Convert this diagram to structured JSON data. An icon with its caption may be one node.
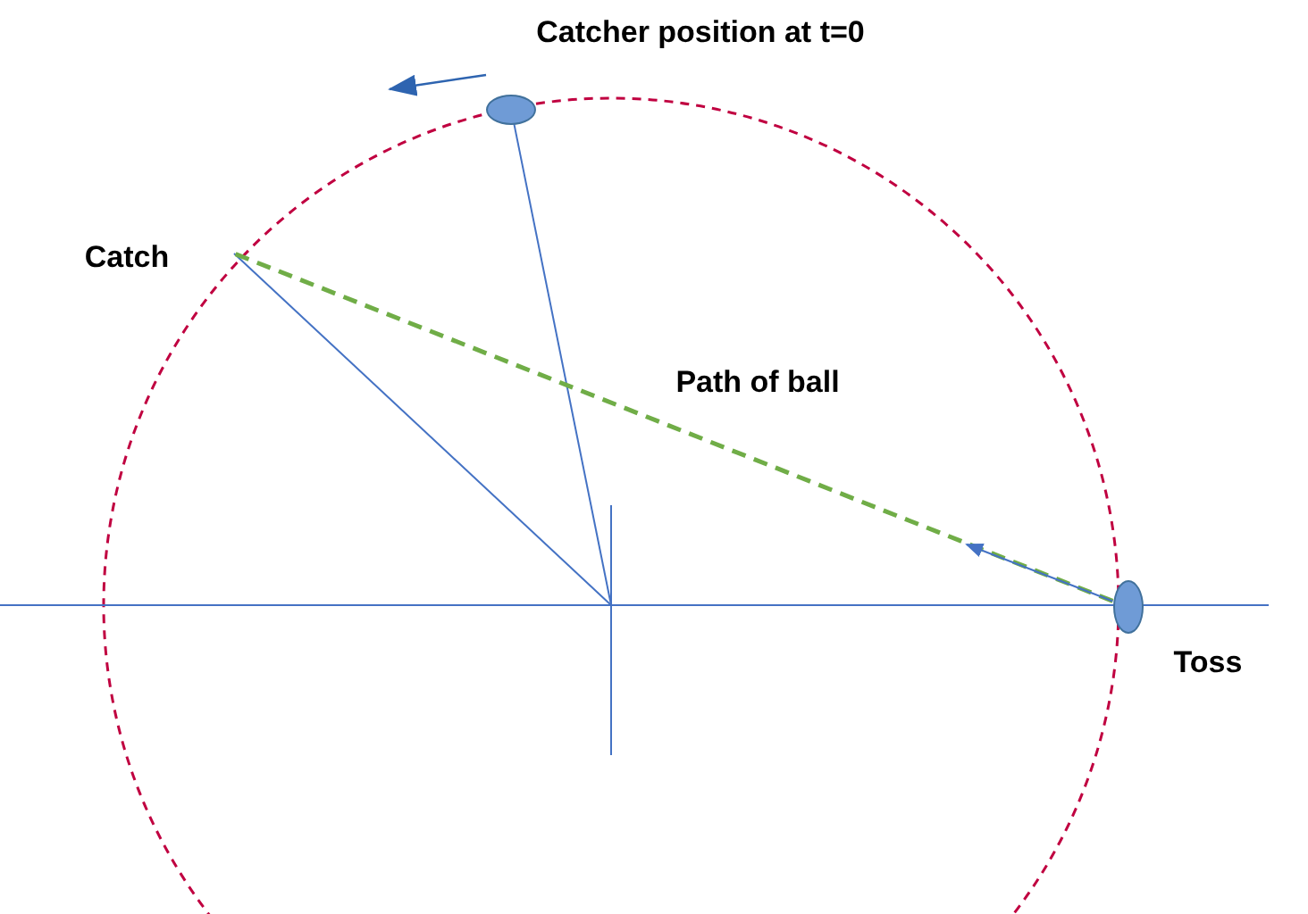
{
  "diagram": {
    "nodes": [
      {
        "text": [],
        "shape": "ellipse",
        "beside": [
          "Catcher position at t=0"
        ]
      },
      {
        "text": [],
        "shape": "ellipse",
        "beside": [
          "Toss"
        ]
      }
    ],
    "edges": [
      {
        "from": null,
        "to": 0,
        "arrow": "none"
      },
      {
        "from": 1,
        "to": null,
        "arrow": "none",
        "label": "Path of ball",
        "style": "dashed",
        "color": "#70ad47"
      },
      {
        "from": 1,
        "to": null,
        "arrow": "to"
      }
    ],
    "labels": [
      "Catch"
    ]
  }
}
